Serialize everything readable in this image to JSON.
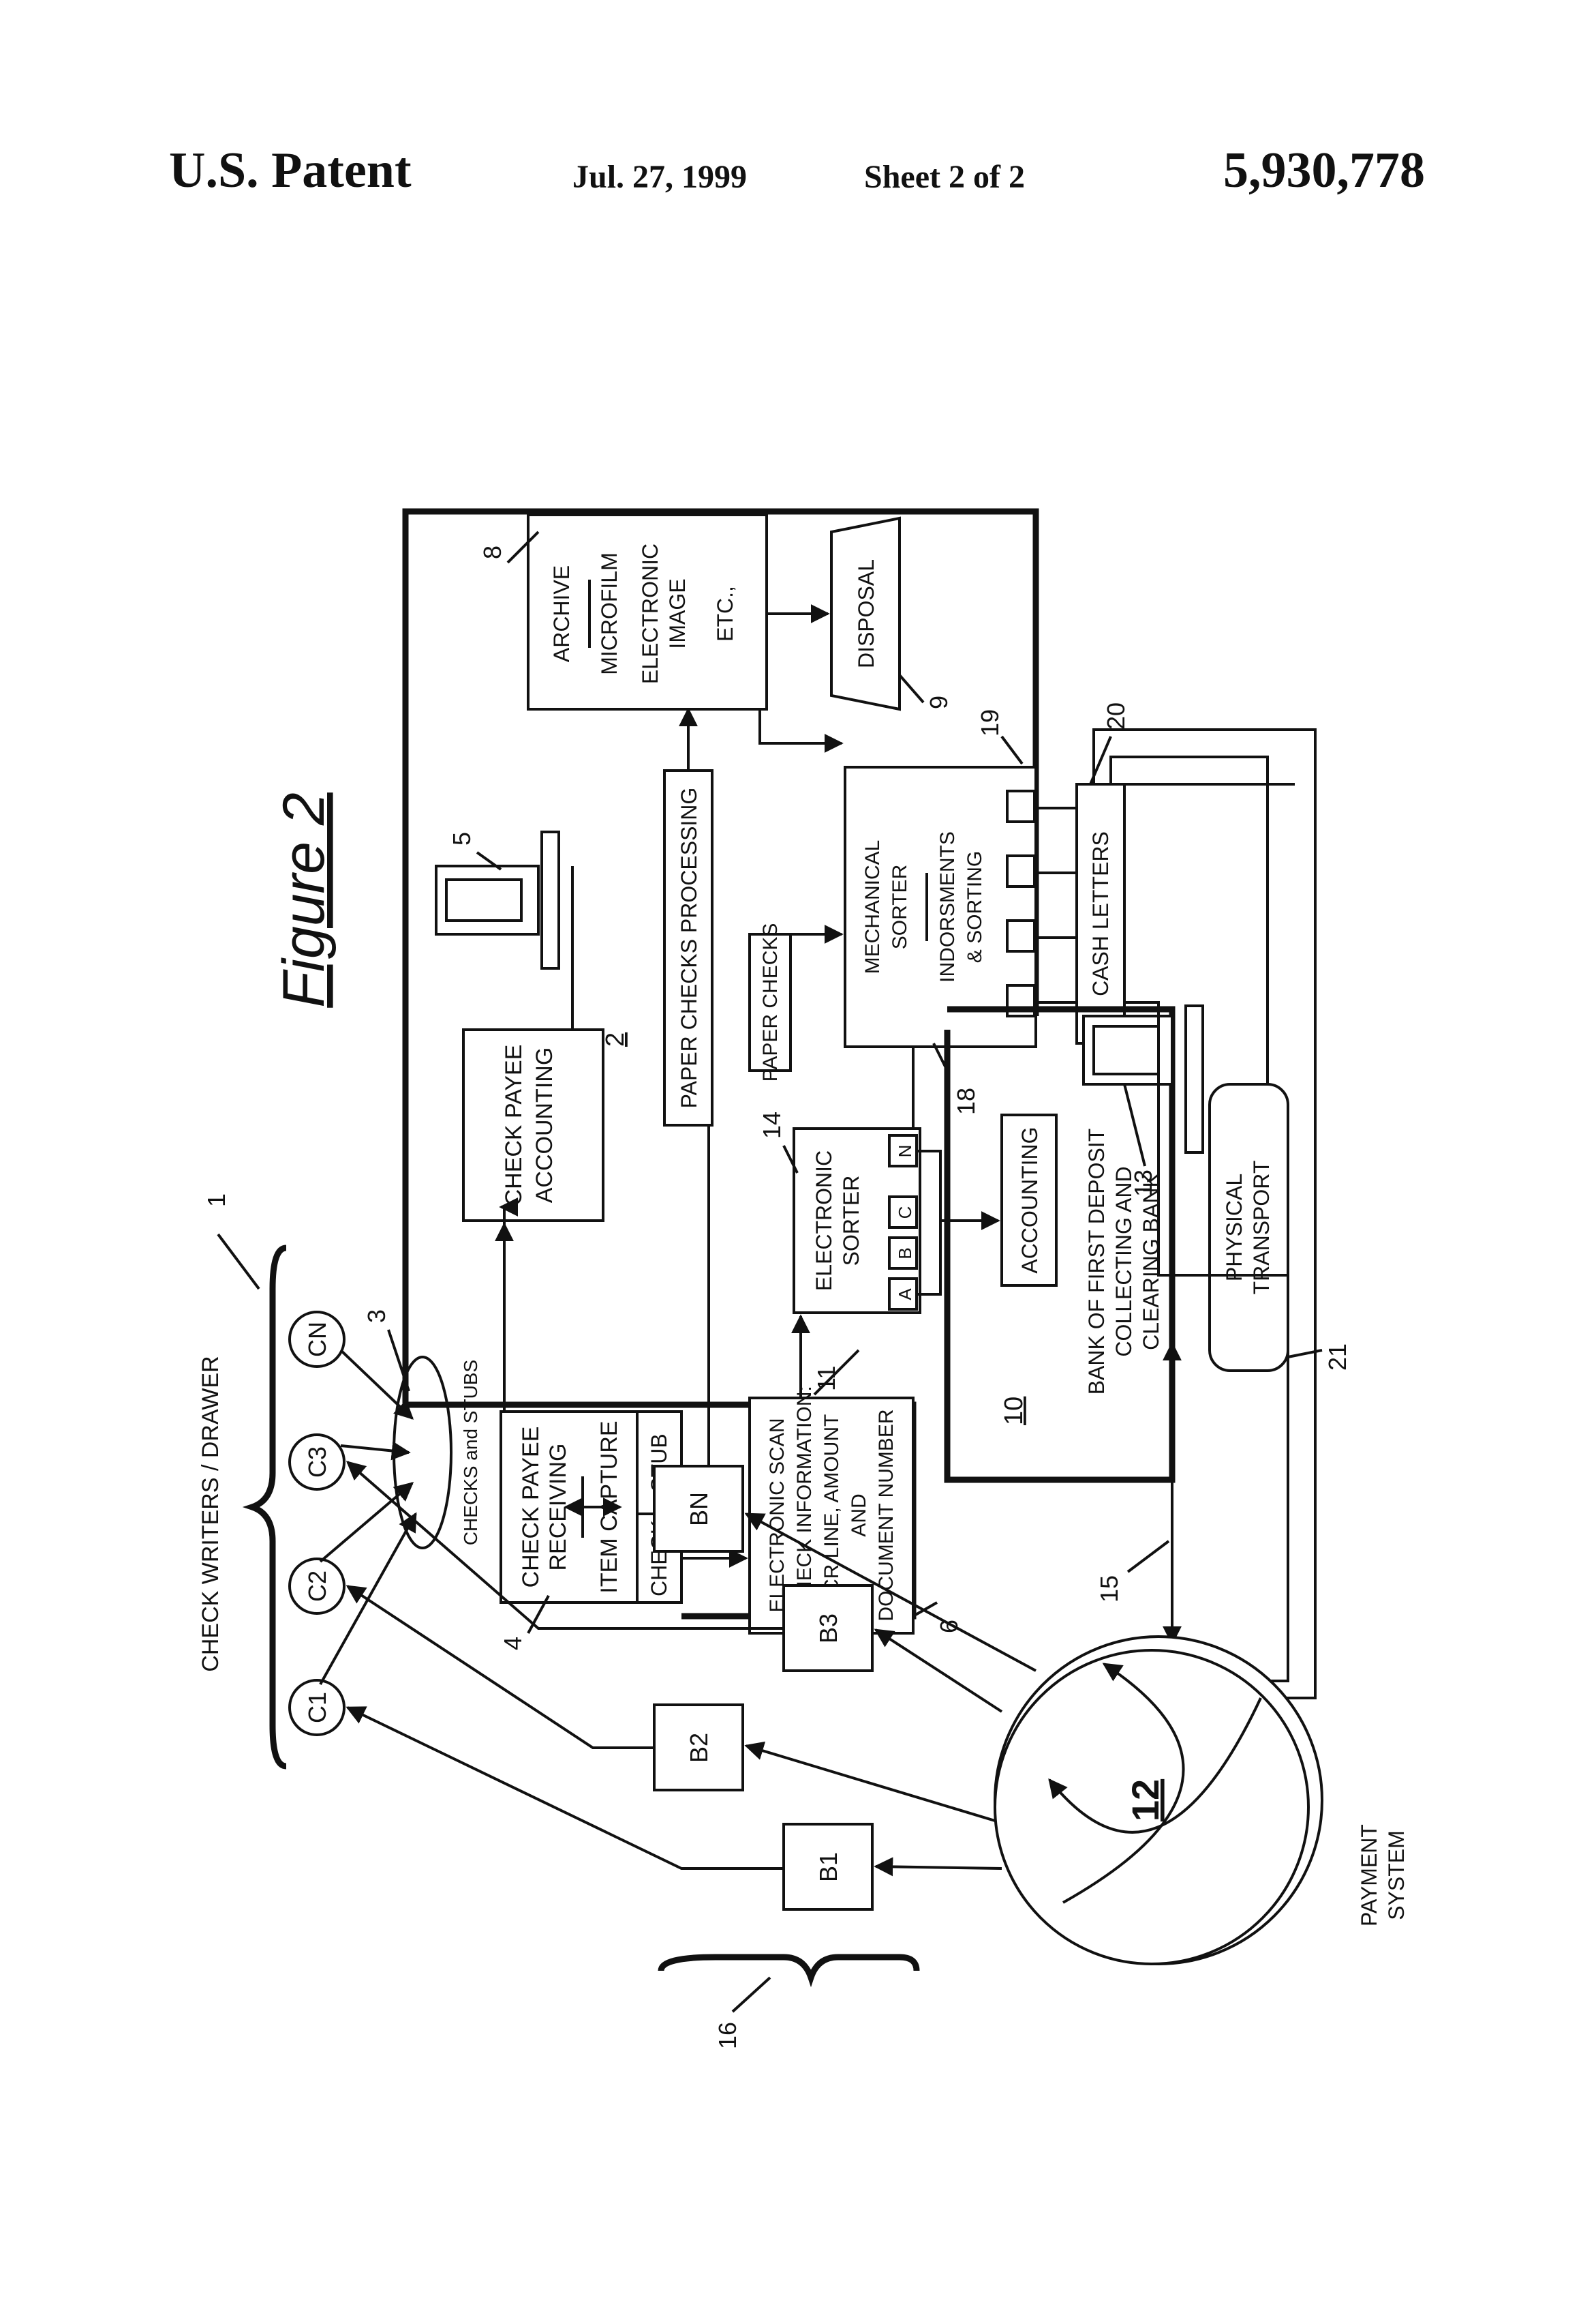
{
  "header": {
    "title": "U.S. Patent",
    "date": "Jul. 27, 1999",
    "sheet": "Sheet 2 of 2",
    "patent_number": "5,930,778"
  },
  "figure": {
    "title": "Figure 2",
    "check_writers": "CHECK WRITERS / DRAWER",
    "writers": [
      "C1",
      "C2",
      "C3",
      "CN"
    ],
    "checks_and_stubs": "CHECKS and STUBS",
    "payee_receiving": [
      "CHECK PAYEE",
      "RECEIVING",
      "ITEM CAPTURE"
    ],
    "check": "CHECK",
    "stub": "STUB",
    "payee_accounting": [
      "CHECK PAYEE",
      "ACCOUNTING"
    ],
    "paper_checks_processing": "PAPER CHECKS PROCESSING",
    "paper_checks": "PAPER CHECKS",
    "archive": [
      "ARCHIVE",
      "MICROFILM",
      "ELECTRONIC",
      "IMAGE",
      "ETC.,"
    ],
    "disposal": "DISPOSAL",
    "mechanical_sorter": [
      "MECHANICAL",
      "SORTER",
      "INDORSMENTS",
      "& SORTING"
    ],
    "cash_letters": "CASH LETTERS",
    "electronic_scan": [
      "ELECTRONIC SCAN",
      "OF CHECK INFORMATION:",
      "MICR LINE, AMOUNT",
      "AND",
      "DOCUMENT NUMBER"
    ],
    "electronic_sorter": [
      "ELECTRONIC",
      "SORTER"
    ],
    "sorter_bins": [
      "A",
      "B",
      "C",
      "N"
    ],
    "accounting": "ACCOUNTING",
    "bank": [
      "BANK OF FIRST DEPOSIT",
      "COLLECTING AND",
      "CLEARING BANK"
    ],
    "physical_transport": [
      "PHYSICAL",
      "TRANSPORT"
    ],
    "payment_system": [
      "PAYMENT",
      "SYSTEM"
    ],
    "banks": [
      "B1",
      "B2",
      "B3",
      "BN"
    ],
    "ref_numbers": {
      "r1": "1",
      "r2": "2",
      "r3": "3",
      "r4": "4",
      "r5": "5",
      "r6": "6",
      "r8": "8",
      "r9": "9",
      "r10": "10",
      "r11": "11",
      "r12": "12",
      "r13": "13",
      "r14": "14",
      "r15": "15",
      "r16": "16",
      "r18": "18",
      "r19": "19",
      "r20": "20",
      "r21": "21"
    }
  }
}
